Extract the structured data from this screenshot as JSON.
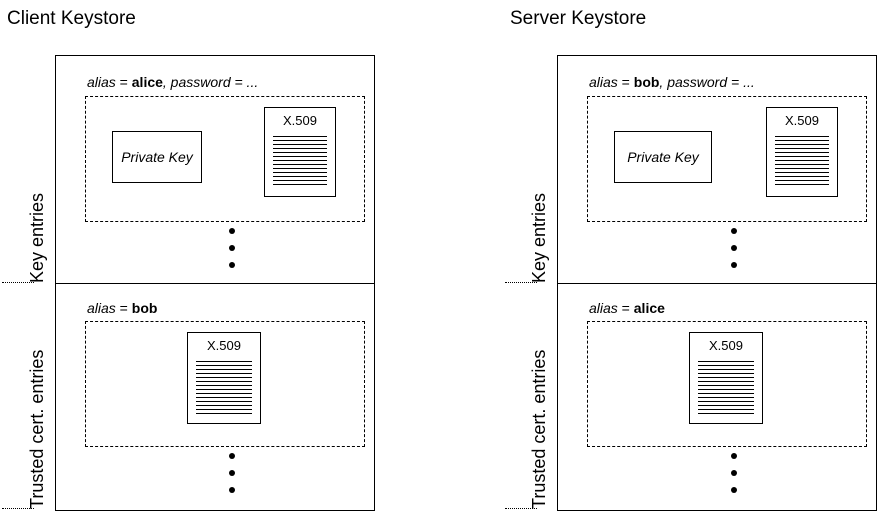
{
  "client": {
    "title": "Client Keystore",
    "key_entries_label": "Key entries",
    "trusted_entries_label": "Trusted cert. entries",
    "key_entry": {
      "alias_word": "alias",
      "equals": " = ",
      "alias_value": "alice",
      "password_part": ", password = ...",
      "private_key_label": "Private Key",
      "cert_label": "X.509"
    },
    "trusted_entry": {
      "alias_word": "alias",
      "equals": " = ",
      "alias_value": "bob",
      "cert_label": "X.509"
    }
  },
  "server": {
    "title": "Server Keystore",
    "key_entries_label": "Key entries",
    "trusted_entries_label": "Trusted cert. entries",
    "key_entry": {
      "alias_word": "alias",
      "equals": " = ",
      "alias_value": "bob",
      "password_part": ", password = ...",
      "private_key_label": "Private Key",
      "cert_label": "X.509"
    },
    "trusted_entry": {
      "alias_word": "alias",
      "equals": " = ",
      "alias_value": "alice",
      "cert_label": "X.509"
    }
  }
}
